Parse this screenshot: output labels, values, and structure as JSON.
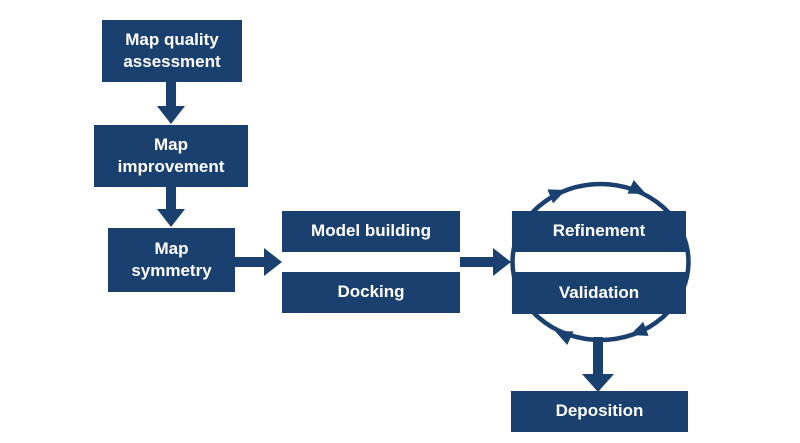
{
  "diagram": {
    "type": "flowchart",
    "background": "#ffffff",
    "accent_color": "#1a406f",
    "text_color": "#ffffff",
    "nodes": [
      {
        "id": "map-quality-assessment",
        "label": "Map quality\nassessment"
      },
      {
        "id": "map-improvement",
        "label": "Map\nimprovement"
      },
      {
        "id": "map-symmetry",
        "label": "Map\nsymmetry"
      },
      {
        "id": "model-building",
        "label": "Model building"
      },
      {
        "id": "docking",
        "label": "Docking"
      },
      {
        "id": "refinement",
        "label": "Refinement"
      },
      {
        "id": "validation",
        "label": "Validation"
      },
      {
        "id": "deposition",
        "label": "Deposition"
      }
    ],
    "edges": [
      {
        "from": "map-quality-assessment",
        "to": "map-improvement",
        "style": "block-arrow-down"
      },
      {
        "from": "map-improvement",
        "to": "map-symmetry",
        "style": "block-arrow-down"
      },
      {
        "from": "map-symmetry",
        "to": "model-building / docking",
        "style": "block-arrow-right"
      },
      {
        "from": "model-building / docking",
        "to": "refinement / validation",
        "style": "block-arrow-right"
      },
      {
        "from": "refinement",
        "to": "validation",
        "style": "clockwise-cycle"
      },
      {
        "from": "refinement / validation",
        "to": "deposition",
        "style": "block-arrow-down"
      }
    ]
  }
}
